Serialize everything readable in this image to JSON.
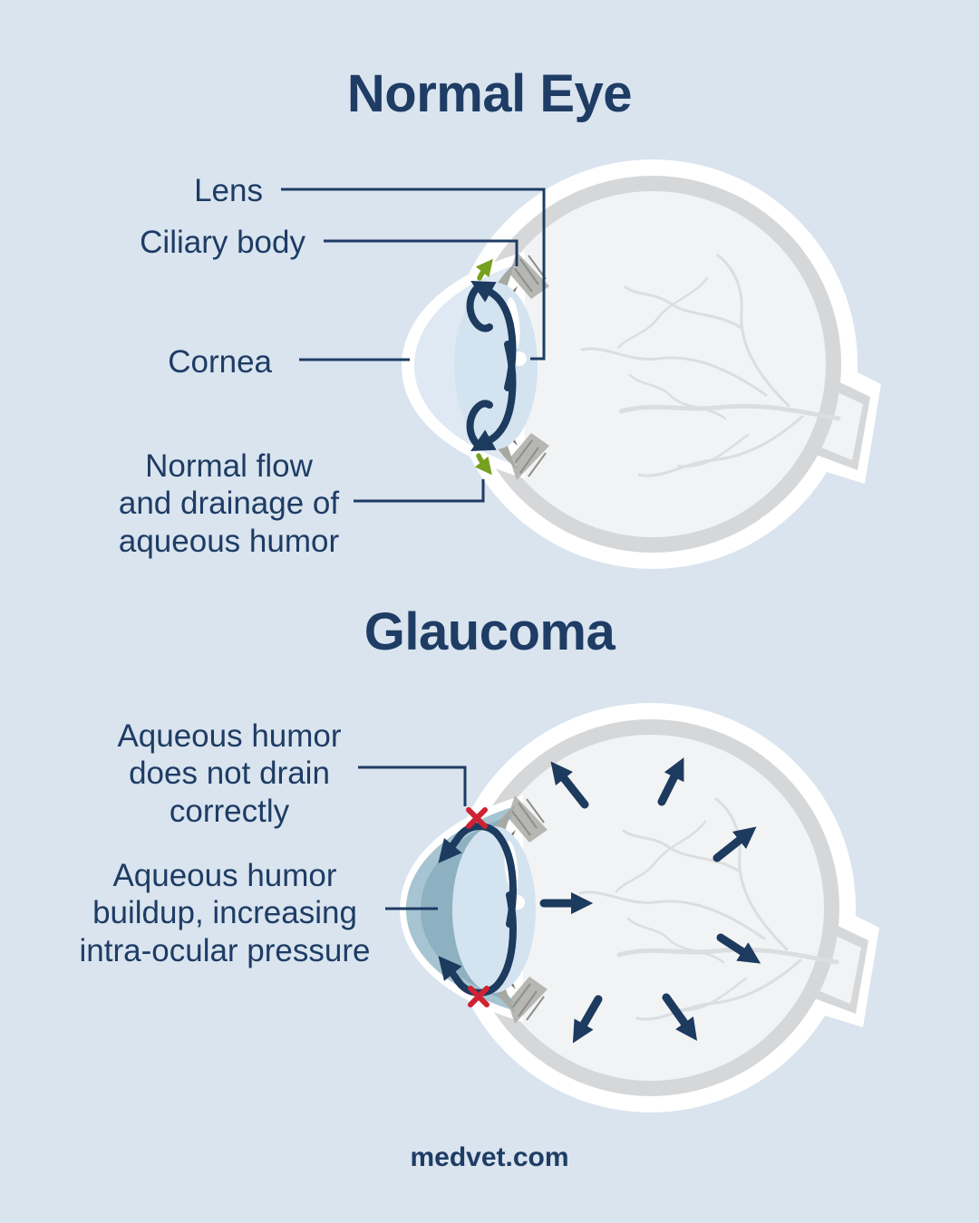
{
  "normal": {
    "title": "Normal Eye",
    "labels": {
      "lens": "Lens",
      "ciliary": "Ciliary body",
      "cornea": "Cornea",
      "flow": "Normal flow\nand drainage of\naqueous humor"
    }
  },
  "glaucoma": {
    "title": "Glaucoma",
    "labels": {
      "drain": "Aqueous humor\ndoes not drain\ncorrectly",
      "buildup": "Aqueous humor\nbuildup, increasing\nintra-ocular pressure"
    }
  },
  "footer": {
    "site": "medvet.com"
  },
  "icons": {
    "drainage_arrow": "green-drainage-arrow-icon",
    "blocked_x": "red-blocked-x-icon",
    "flow_arrow": "navy-flow-arrow-icon",
    "pressure_arrow": "navy-pressure-arrow-icon"
  },
  "colors": {
    "background": "#d9e4ef",
    "navy": "#1e3c64",
    "arrow_navy": "#1d3a5f",
    "green": "#76a11e",
    "red": "#cf2233",
    "eye_interior": "#f2f3f4",
    "sclera": "#d6d7d9",
    "halo": "#ffffff",
    "vessel": "#dcdde0",
    "cornea_fluid_normal": "#dfe9f3",
    "aqueous_buildup": "#a6c4d1",
    "aqueous_buildup_dark": "#8db1c1",
    "iris_light": "#a8a8a3",
    "iris_dark": "#6e6e68",
    "lens_fill": "#d4e3f0"
  }
}
